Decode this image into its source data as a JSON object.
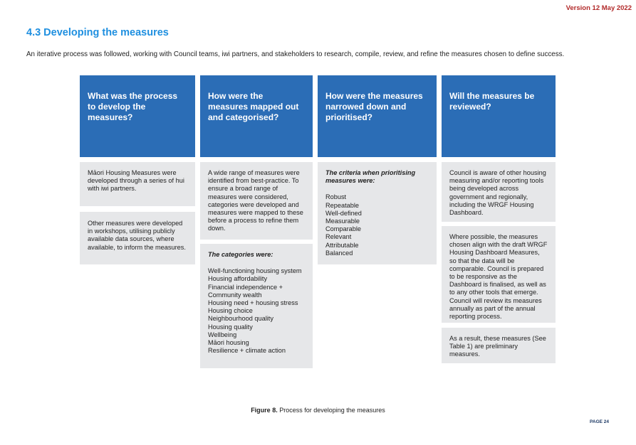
{
  "version": "Version 12 May 2022",
  "title": "4.3 Developing the measures",
  "intro": "An iterative process was followed, working with Council teams, iwi partners, and stakeholders to research, compile, review, and refine the measures chosen to define success.",
  "columns": [
    {
      "header": "What was the process to develop the measures?",
      "boxes": [
        "Māori Housing Measures were developed through a series of hui with iwi partners.",
        "Other measures were developed in workshops, utilising publicly available data sources, where available, to inform the measures."
      ]
    },
    {
      "header": "How were the measures mapped out and categorised?",
      "box1": "A wide range of measures were identified from best-practice. To ensure a broad range of measures were considered, categories were developed and measures were mapped to these before a process to refine them down.",
      "categories_heading": "The categories were:",
      "categories": [
        "Well-functioning housing system",
        "Housing affordability",
        "Financial independence + Community wealth",
        "Housing need + housing stress",
        "Housing choice",
        "Neighbourhood quality",
        "Housing quality",
        "Wellbeing",
        "Māori housing",
        "Resilience + climate action"
      ]
    },
    {
      "header": "How were the measures narrowed down and prioritised?",
      "criteria_heading": "The criteria when prioritising measures were:",
      "criteria": [
        "Robust",
        "Repeatable",
        "Well-defined",
        "Measurable",
        "Comparable",
        "Relevant",
        "Attributable",
        "Balanced"
      ]
    },
    {
      "header": "Will the measures be reviewed?",
      "boxes": [
        "Council is aware of other housing measuring and/or reporting tools being developed across government and regionally, including the WRGF Housing Dashboard.",
        "Where possible, the measures chosen align with the draft WRGF Housing Dashboard Measures, so that the data will be comparable. Council is prepared to be responsive as the Dashboard is finalised, as well as to any other tools that emerge. Council will review its measures annually as part of the annual reporting process.",
        "As a result, these measures (See Table 1) are preliminary measures."
      ]
    }
  ],
  "caption": {
    "label": "Figure 8.",
    "text": " Process for developing the measures"
  },
  "page_number": "PAGE 24",
  "colors": {
    "header_blue": "#2b6db6",
    "title_blue": "#1e8fe0",
    "box_grey": "#e6e7e9",
    "version_red": "#b22a2a"
  }
}
